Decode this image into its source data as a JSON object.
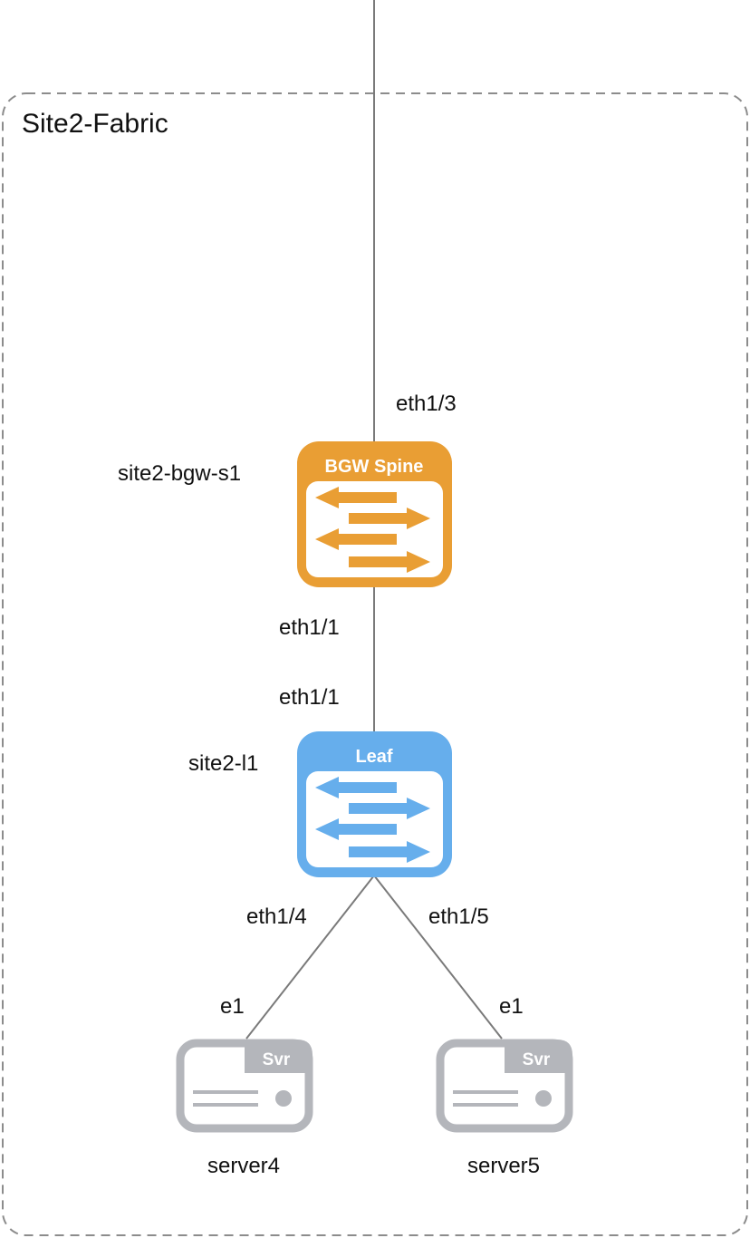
{
  "fabric": {
    "title": "Site2-Fabric"
  },
  "devices": {
    "spine": {
      "badge": "BGW Spine",
      "hostname": "site2-bgw-s1",
      "color": "#E99E34",
      "icon": "switch-arrows-icon"
    },
    "leaf": {
      "badge": "Leaf",
      "hostname": "site2-l1",
      "color": "#66AEEC",
      "icon": "switch-arrows-icon"
    },
    "server4": {
      "badge": "Svr",
      "hostname": "server4",
      "color": "#B4B6BB",
      "icon": "server-icon"
    },
    "server5": {
      "badge": "Svr",
      "hostname": "server5",
      "color": "#B4B6BB",
      "icon": "server-icon"
    }
  },
  "links": {
    "uplink": {
      "spine_port": "eth1/3"
    },
    "spine_leaf": {
      "spine_port": "eth1/1",
      "leaf_port": "eth1/1"
    },
    "leaf_server4": {
      "leaf_port": "eth1/4",
      "server_port": "e1"
    },
    "leaf_server5": {
      "leaf_port": "eth1/5",
      "server_port": "e1"
    }
  },
  "colors": {
    "link_line": "#7A7A7A",
    "fabric_border": "#8C8C8C"
  }
}
